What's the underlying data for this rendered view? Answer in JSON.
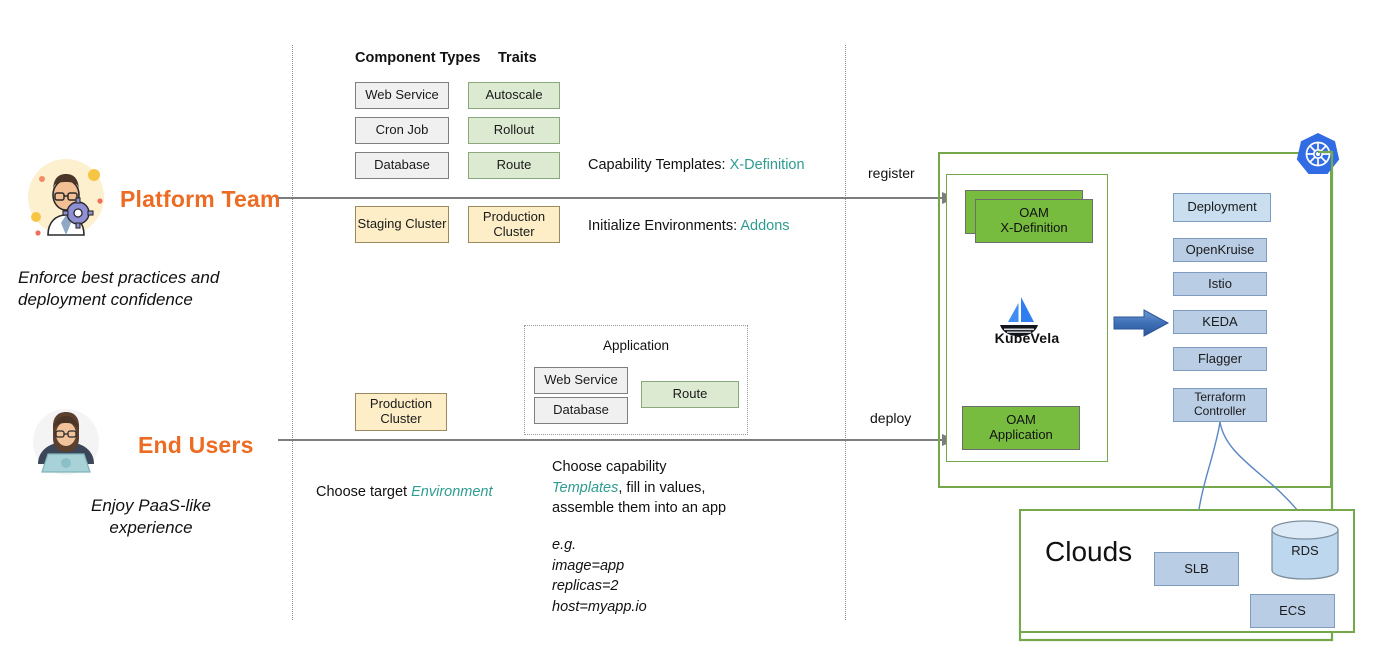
{
  "diagram": {
    "title": "KubeVela platform / end-user workflow architecture",
    "accent_teal": "#2e9c91",
    "accent_orange": "#ed6c23",
    "green": "#74a84a",
    "oam_green": "#77bc3f",
    "blue": "#3f6fb5"
  },
  "personas": {
    "platform": {
      "name": "Platform Team",
      "description": "Enforce best practices and deployment confidence",
      "avatar_icon": "platform-engineer-avatar-icon"
    },
    "end_user": {
      "name": "End Users",
      "description": "Enjoy PaaS-like experience",
      "avatar_icon": "end-user-avatar-icon"
    }
  },
  "catalog": {
    "component_types_header": "Component Types",
    "traits_header": "Traits",
    "component_types": [
      "Web Service",
      "Cron Job",
      "Database"
    ],
    "traits": [
      "Autoscale",
      "Rollout",
      "Route"
    ],
    "environments": [
      "Staging Cluster",
      "Production Cluster"
    ]
  },
  "labels": {
    "capability_templates_prefix": "Capability Templates: ",
    "capability_templates_value": "X-Definition",
    "initialize_env_prefix": "Initialize Environments: ",
    "initialize_env_value": "Addons",
    "register_arrow": "register",
    "deploy_arrow": "deploy"
  },
  "end_user_flow": {
    "target_cluster": "Production Cluster",
    "application_title": "Application",
    "application_components": [
      "Web Service",
      "Database"
    ],
    "application_traits": [
      "Route"
    ],
    "choose_target_prefix": "Choose target ",
    "choose_target_value": "Environment",
    "choose_capability_line1": "Choose capability",
    "choose_capability_value": "Templates",
    "choose_capability_line2_rest": ", fill in values,",
    "choose_capability_line3": "assemble them into an app",
    "example_lines": [
      "e.g.",
      "image=app",
      "replicas=2",
      "host=myapp.io"
    ]
  },
  "kubevela": {
    "product_name": "KubeVela",
    "logo_icon": "kubevela-sailboat-icon",
    "x_definition_card": "OAM\nX-Definition",
    "x_definition_line1": "OAM",
    "x_definition_line2": "X-Definition",
    "application_card_line1": "OAM",
    "application_card_line2": "Application"
  },
  "kubernetes": {
    "logo_icon": "kubernetes-helm-wheel-icon",
    "resources": [
      "Deployment",
      "OpenKruise",
      "Istio",
      "KEDA",
      "Flagger",
      "Terraform Controller"
    ]
  },
  "clouds": {
    "title": "Clouds",
    "resources": [
      {
        "label": "SLB",
        "shape": "rect"
      },
      {
        "label": "RDS",
        "shape": "cylinder"
      },
      {
        "label": "ECS",
        "shape": "rect"
      }
    ]
  }
}
